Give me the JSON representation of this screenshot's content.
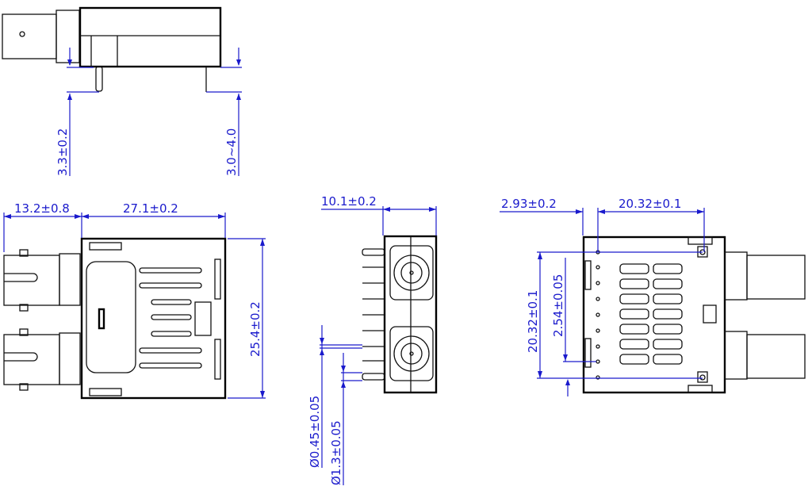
{
  "drawing": {
    "side_view": {
      "pin_length_left": "3.3±0.2",
      "pin_length_right": "3.0~4.0"
    },
    "top_view": {
      "connector_length": "13.2±0.8",
      "body_length": "27.1±0.2",
      "body_width": "25.4±0.2"
    },
    "front_view": {
      "body_height": "10.1±0.2",
      "pin_diameter_small": "Ø0.45±0.05",
      "pin_diameter_large": "Ø1.3±0.05"
    },
    "bottom_view": {
      "edge_offset": "2.93±0.2",
      "hole_spacing_x": "20.32±0.1",
      "hole_spacing_y": "20.32±0.1",
      "pin_pitch": "2.54±0.05"
    },
    "colors": {
      "outline": "#111111",
      "dimension": "#1a1acc"
    }
  }
}
